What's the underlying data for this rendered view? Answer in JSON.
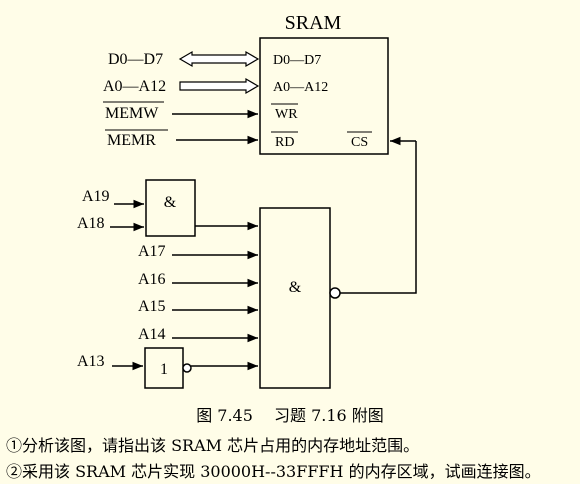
{
  "sram": {
    "title": "SRAM",
    "pins": {
      "data": "D0—D7",
      "addr": "A0—A12",
      "wr": "WR",
      "rd": "RD",
      "cs": "CS"
    }
  },
  "inputs": {
    "data_bus": "D0—D7",
    "addr_bus": "A0—A12",
    "memw": "MEMW",
    "memr": "MEMR",
    "a19": "A19",
    "a18": "A18",
    "a17": "A17",
    "a16": "A16",
    "a15": "A15",
    "a14": "A14",
    "a13": "A13"
  },
  "gates": {
    "and_small": "&",
    "and_big": "&",
    "not_gate": "1"
  },
  "caption": "图 7.45　 习题 7.16 附图",
  "questions": [
    "①分析该图，请指出该 SRAM 芯片占用的内存地址范围。",
    "②采用该 SRAM 芯片实现 30000H--33FFFH 的内存区域，试画连接图。"
  ],
  "colors": {
    "background": "#FFFDE8",
    "line": "#000000"
  }
}
